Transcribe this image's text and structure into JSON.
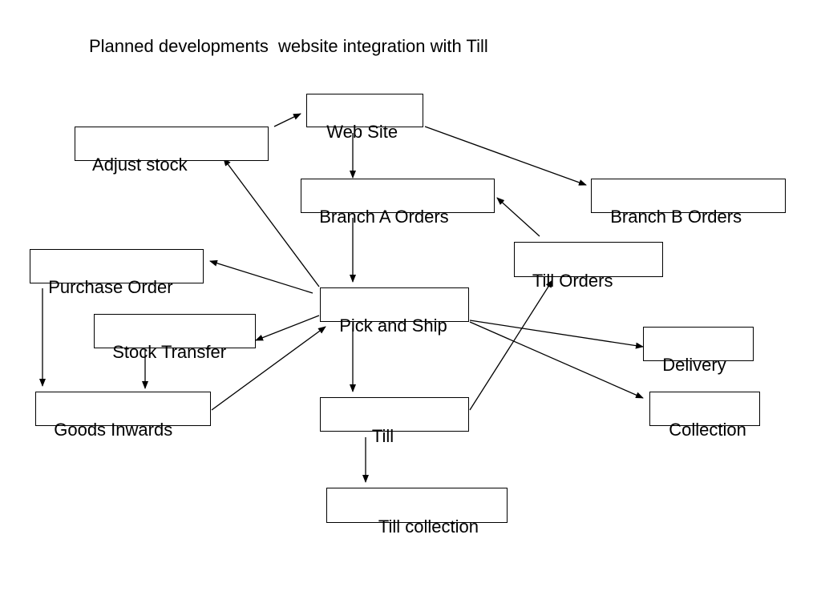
{
  "title": "Planned developments  website integration with Till",
  "nodes": {
    "web_site": "Web Site",
    "adjust_stock": "Adjust stock",
    "branch_a_orders": "Branch A Orders",
    "branch_b_orders": "Branch B Orders",
    "till_orders": "Till Orders",
    "purchase_order": "Purchase Order",
    "pick_and_ship": "Pick and Ship",
    "stock_transfer": "Stock Transfer",
    "delivery": "Delivery",
    "goods_inwards": "Goods Inwards",
    "till": "Till",
    "collection": "Collection",
    "till_collection": "Till collection"
  },
  "edges": [
    {
      "from": "adjust_stock",
      "to": "web_site"
    },
    {
      "from": "web_site",
      "to": "branch_a_orders"
    },
    {
      "from": "web_site",
      "to": "branch_b_orders"
    },
    {
      "from": "branch_a_orders",
      "to": "pick_and_ship"
    },
    {
      "from": "till_orders",
      "to": "branch_a_orders"
    },
    {
      "from": "pick_and_ship",
      "to": "adjust_stock"
    },
    {
      "from": "pick_and_ship",
      "to": "purchase_order"
    },
    {
      "from": "pick_and_ship",
      "to": "stock_transfer"
    },
    {
      "from": "goods_inwards",
      "to": "pick_and_ship"
    },
    {
      "from": "purchase_order",
      "to": "goods_inwards"
    },
    {
      "from": "stock_transfer",
      "to": "goods_inwards"
    },
    {
      "from": "pick_and_ship",
      "to": "till"
    },
    {
      "from": "pick_and_ship",
      "to": "delivery"
    },
    {
      "from": "pick_and_ship",
      "to": "collection"
    },
    {
      "from": "till",
      "to": "till_orders"
    },
    {
      "from": "till",
      "to": "till_collection"
    }
  ],
  "colors": {
    "line": "#000000",
    "box_border": "#000000",
    "background": "#ffffff"
  }
}
